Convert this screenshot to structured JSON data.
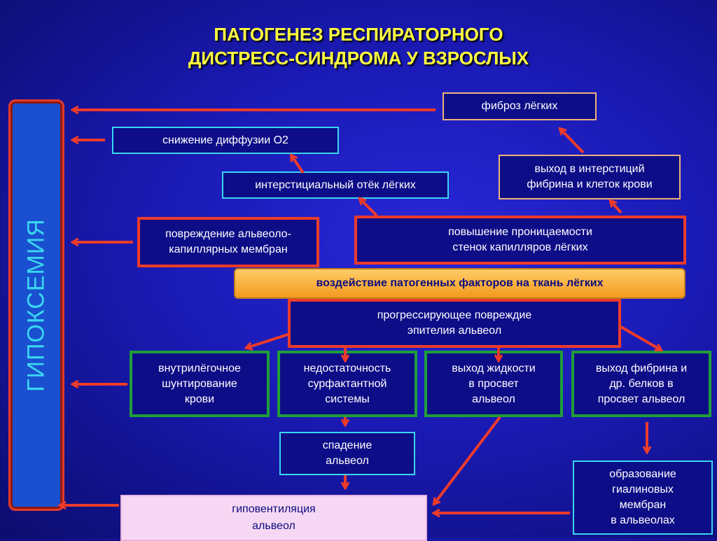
{
  "title": {
    "line1": "ПАТОГЕНЕЗ РЕСПИРАТОРНОГО",
    "line2": "ДИСТРЕСС-СИНДРОМА У ВЗРОСЛЫХ"
  },
  "nodes": {
    "hypoxemia": "ГИПОКСЕМИЯ",
    "fibrosis": "фиброз  лёгких",
    "diffusion": "снижение диффузии О2",
    "interstitial_exit": [
      "выход в интерстиций",
      "фибрина и клеток крови"
    ],
    "edema": "интерстициальный отёк лёгких",
    "membrane_damage": [
      "повреждение альвеоло-",
      "капиллярных мембран"
    ],
    "permeability": [
      "повышение проницаемости",
      "стенок капилляров лёгких"
    ],
    "pathogenic_factors": "воздействие патогенных факторов на ткань лёгких",
    "epithelium_damage": [
      "прогрессирующее повреждие",
      "эпителия альвеол"
    ],
    "shunting": [
      "внутрилёгочное",
      "шунтирование",
      "крови"
    ],
    "surfactant": [
      "недостаточность",
      "сурфактантной",
      "системы"
    ],
    "fluid_exit": [
      "выход жидкости",
      "в просвет",
      "альвеол"
    ],
    "fibrin_exit": [
      "выход фибрина и",
      "др. белков в",
      "просвет альвеол"
    ],
    "collapse": [
      "спадение",
      "альвеол"
    ],
    "hyaline": [
      "образование",
      "гиалиновых",
      "мембран",
      "в альвеолах"
    ],
    "hypoventilation": [
      "гиповентиляция",
      "альвеол"
    ]
  },
  "colors": {
    "background": "#1a1ab4",
    "title": "#ffff40",
    "arrow": "#ee3b2a",
    "cyan_border": "#3ad6f0",
    "green_border": "#1f9e3a",
    "orange_fill": "#f39a1e",
    "pink_fill": "#f7d8f4"
  }
}
